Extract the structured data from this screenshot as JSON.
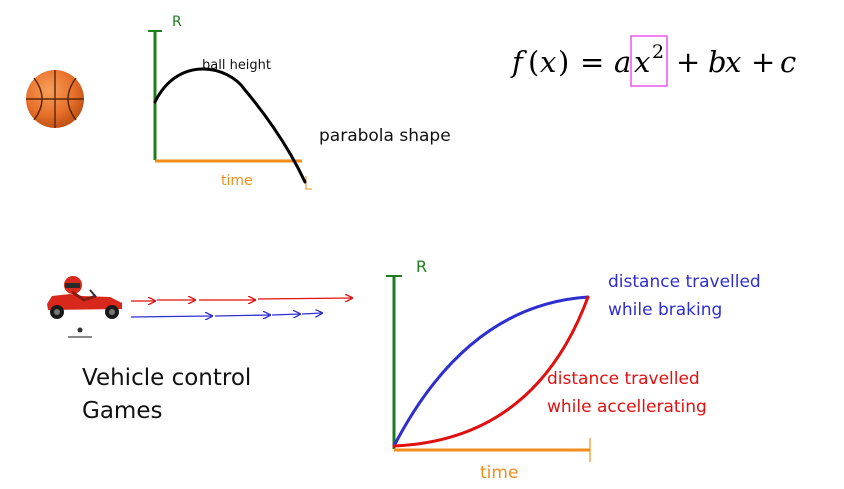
{
  "top_graph": {
    "axis_letter": "R",
    "curve_label": "ball height",
    "x_label": "time",
    "end_tick": "L"
  },
  "shape_label": "parabola shape",
  "formula": {
    "f": "f",
    "x": "x",
    "open": "(",
    "close": ")",
    "equals": "=",
    "a": "a",
    "x2": "x",
    "exponent": "2",
    "plus1": "+",
    "b": "b",
    "x3": "x",
    "plus2": "+",
    "c": "c"
  },
  "bottom_graph": {
    "axis_letter": "R",
    "x_label": "time",
    "braking_line1": "distance travelled",
    "braking_line2": "while braking",
    "accel_line1": "distance travelled",
    "accel_line2": "while accellerating"
  },
  "vehicle_label_line1": "Vehicle control",
  "vehicle_label_line2": "Games",
  "colors": {
    "green": "#1e7d1e",
    "orange": "#f28c1b",
    "black": "#000000",
    "blue": "#2f2fcf",
    "red": "#e01010",
    "magenta": "#ee55ee",
    "ball": "#e8702a",
    "kart_red": "#d8281c"
  },
  "icons": [
    "basketball-icon",
    "go-kart-icon"
  ]
}
